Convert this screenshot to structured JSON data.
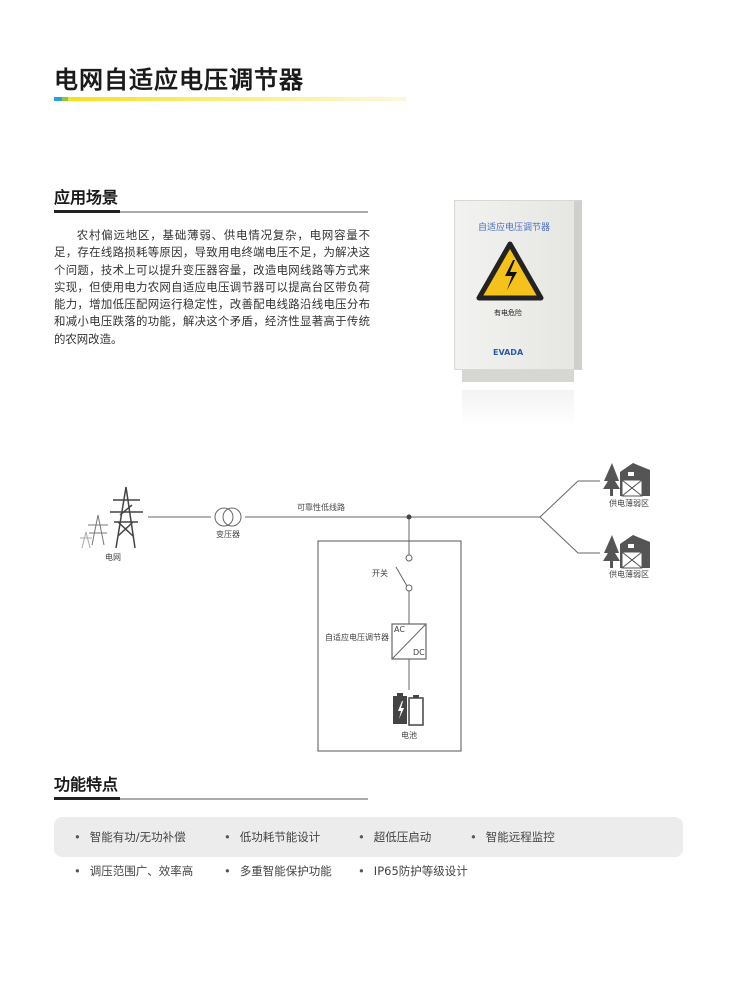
{
  "title": "电网自适应电压调节器",
  "section1": {
    "heading": "应用场景",
    "paragraph": "农村偏远地区，基础薄弱、供电情况复杂，电网容量不足，存在线路损耗等原因，导致用电终端电压不足，为解决这个问题，技术上可以提升变压器容量，改造电网线路等方式来实现，但使用电力农网自适应电压调节器可以提高台区带负荷能力，增加低压配网运行稳定性，改善配电线路沿线电压分布和减小电压跌落的功能，解决这个矛盾，经济性显著高于传统的农网改造。"
  },
  "product": {
    "panel_title": "自适应电压调节器",
    "warning": "有电危险",
    "brand": "EVADA"
  },
  "diagram": {
    "grid": "电网",
    "transformer": "变压器",
    "line": "可靠性低线路",
    "switch": "开关",
    "regulator": "自适应电压调节器",
    "ac": "AC",
    "dc": "DC",
    "battery": "电池",
    "area1": "供电薄弱区",
    "area2": "供电薄弱区"
  },
  "section2": {
    "heading": "功能特点",
    "features": [
      "智能有功/无功补偿",
      "低功耗节能设计",
      "超低压启动",
      "智能远程监控",
      "调压范围广、效率高",
      "多重智能保护功能",
      "IP65防护等级设计"
    ]
  },
  "colors": {
    "accent_yellow": "#f4e21c",
    "accent_blue": "#2aa0e0",
    "feature_bg": "#ececec"
  }
}
